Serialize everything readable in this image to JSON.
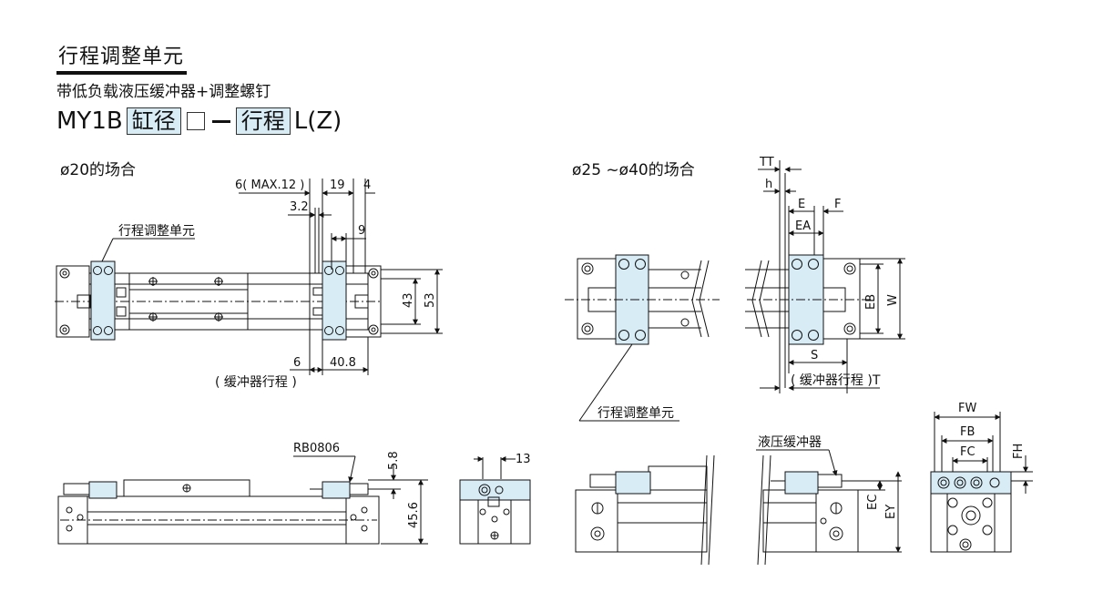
{
  "header": {
    "title": "行程调整单元",
    "subtitle": "带低负载液压缓冲器+调整螺钉",
    "model_prefix": "MY1B",
    "model_box1": "缸径",
    "model_box2": "行程",
    "model_suffix": "L(Z)"
  },
  "left": {
    "section_title": "ø20的场合",
    "unit_label": "行程调整单元",
    "dim_6max": "6( MAX.12 )",
    "dim_19": "19",
    "dim_4": "4",
    "dim_3_2": "3.2",
    "dim_9": "9",
    "dim_43": "43",
    "dim_53": "53",
    "dim_6": "6",
    "dim_40_8": "40.8",
    "stroke_label": "( 缓冲器行程 )",
    "rb_label": "RB0806",
    "dim_5_8": "5.8",
    "dim_45_6": "45.6",
    "dim_13": "13"
  },
  "right": {
    "section_title": "ø25 ~ø40的场合",
    "dim_TT": "TT",
    "dim_h": "h",
    "dim_E": "E",
    "dim_F": "F",
    "dim_EA": "EA",
    "dim_EB": "EB",
    "dim_W": "W",
    "dim_S": "S",
    "stroke_label": "( 缓冲器行程 )T",
    "unit_label": "行程调整单元",
    "absorber_label": "液压缓冲器",
    "dim_EC": "EC",
    "dim_EY": "EY",
    "dim_FW": "FW",
    "dim_FB": "FB",
    "dim_FC": "FC",
    "dim_FH": "FH"
  },
  "colors": {
    "highlight": "#d8ecf6",
    "line": "#111111"
  }
}
